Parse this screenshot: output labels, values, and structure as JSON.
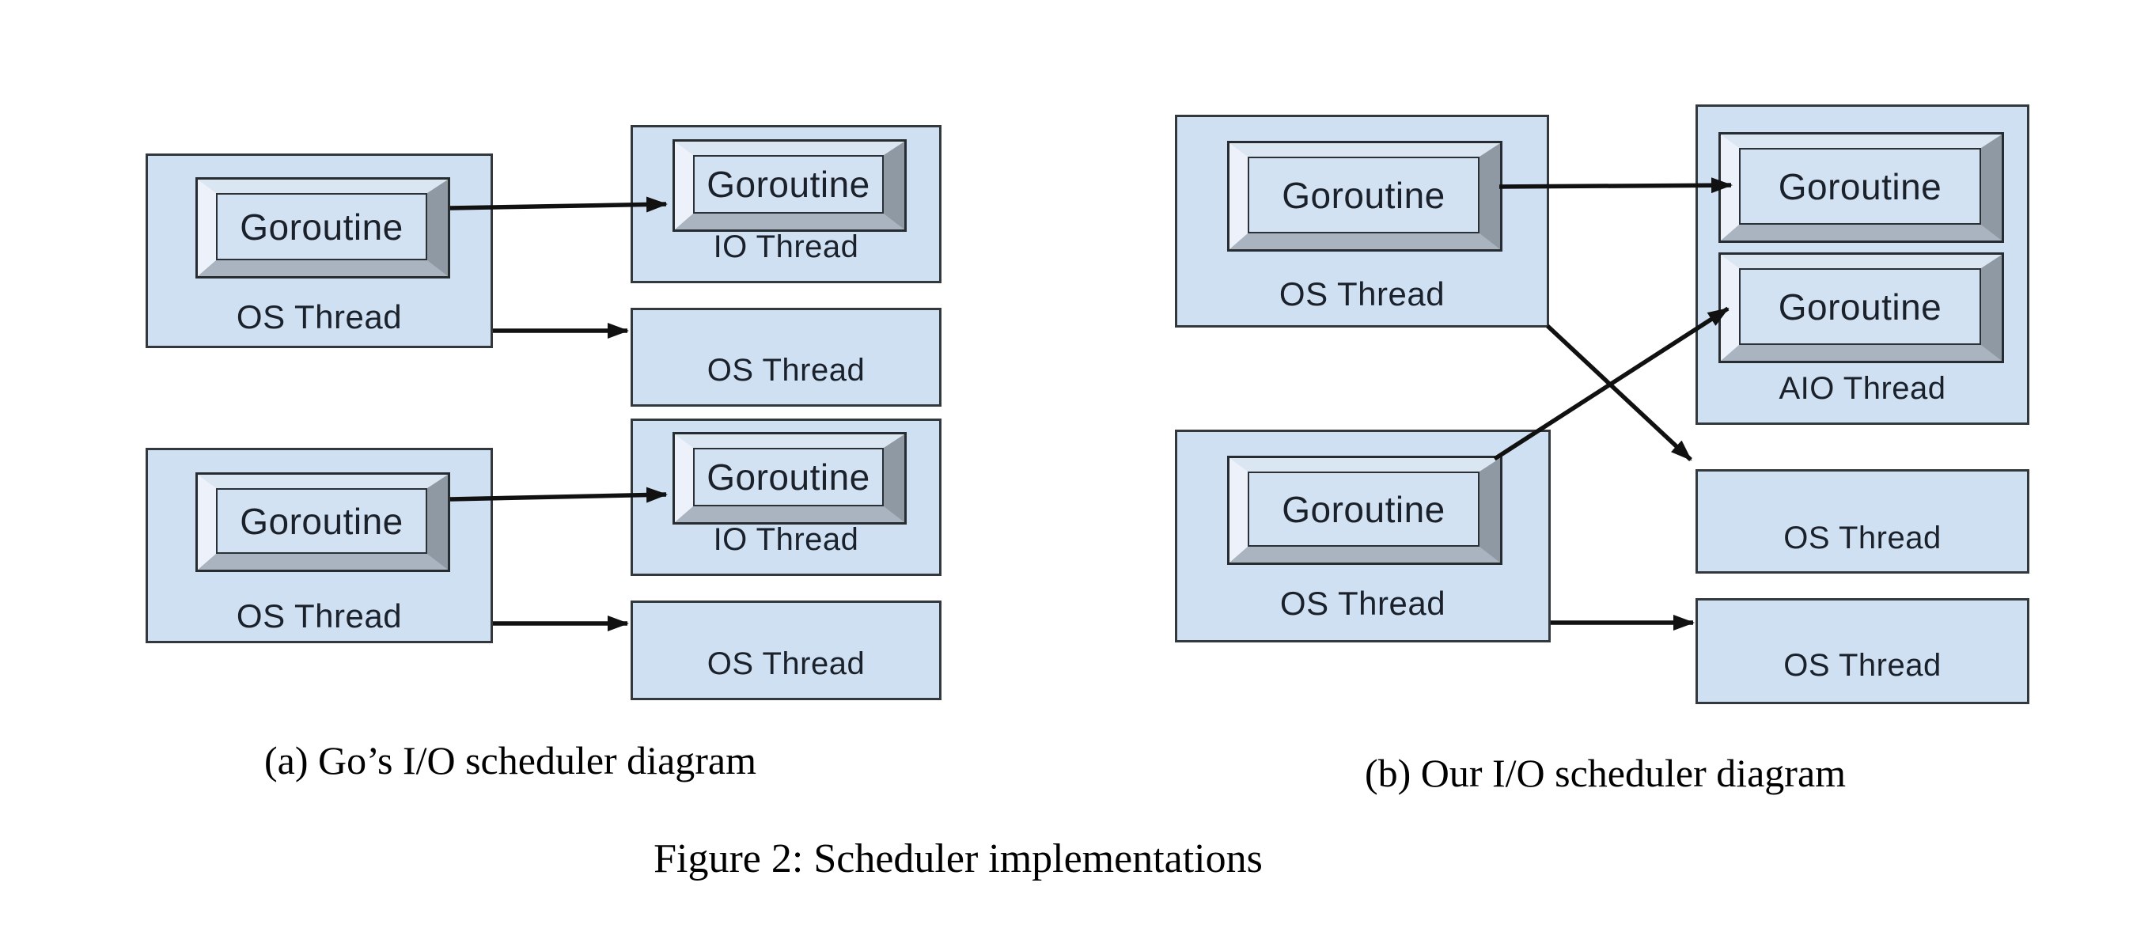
{
  "figure": {
    "caption": "Figure 2: Scheduler implementations"
  },
  "subfigure_a": {
    "caption": "(a) Go’s I/O scheduler diagram"
  },
  "subfigure_b": {
    "caption": "(b) Our I/O scheduler diagram"
  },
  "labels": {
    "goroutine": "Goroutine",
    "os_thread": "OS Thread",
    "io_thread": "IO Thread",
    "aio_thread": "AIO Thread"
  },
  "connections_a": [
    {
      "from": "goroutine-in-os-thread-1",
      "to": "goroutine-in-io-thread-1"
    },
    {
      "from": "os-thread-1",
      "to": "os-thread-right-1"
    },
    {
      "from": "goroutine-in-os-thread-2",
      "to": "goroutine-in-io-thread-2"
    },
    {
      "from": "os-thread-2",
      "to": "os-thread-right-2"
    }
  ],
  "connections_b": [
    {
      "from": "goroutine-in-os-thread-1",
      "to": "goroutine-1-in-aio-thread"
    },
    {
      "from": "os-thread-1",
      "to": "os-thread-right-1"
    },
    {
      "from": "goroutine-in-os-thread-2",
      "to": "goroutine-2-in-aio-thread"
    },
    {
      "from": "os-thread-2",
      "to": "os-thread-right-2"
    }
  ],
  "colors": {
    "box_fill": "#cfe0f2",
    "box_border": "#33383d",
    "bevel_top": "#dbe6f3",
    "bevel_left": "#edf2fa",
    "bevel_right": "#8e99a4",
    "bevel_bottom": "#a9b4c0",
    "inner_fill": "#d3e2f2",
    "arrow": "#111111",
    "label_text": "#1b212b",
    "caption_text": "#000000"
  }
}
